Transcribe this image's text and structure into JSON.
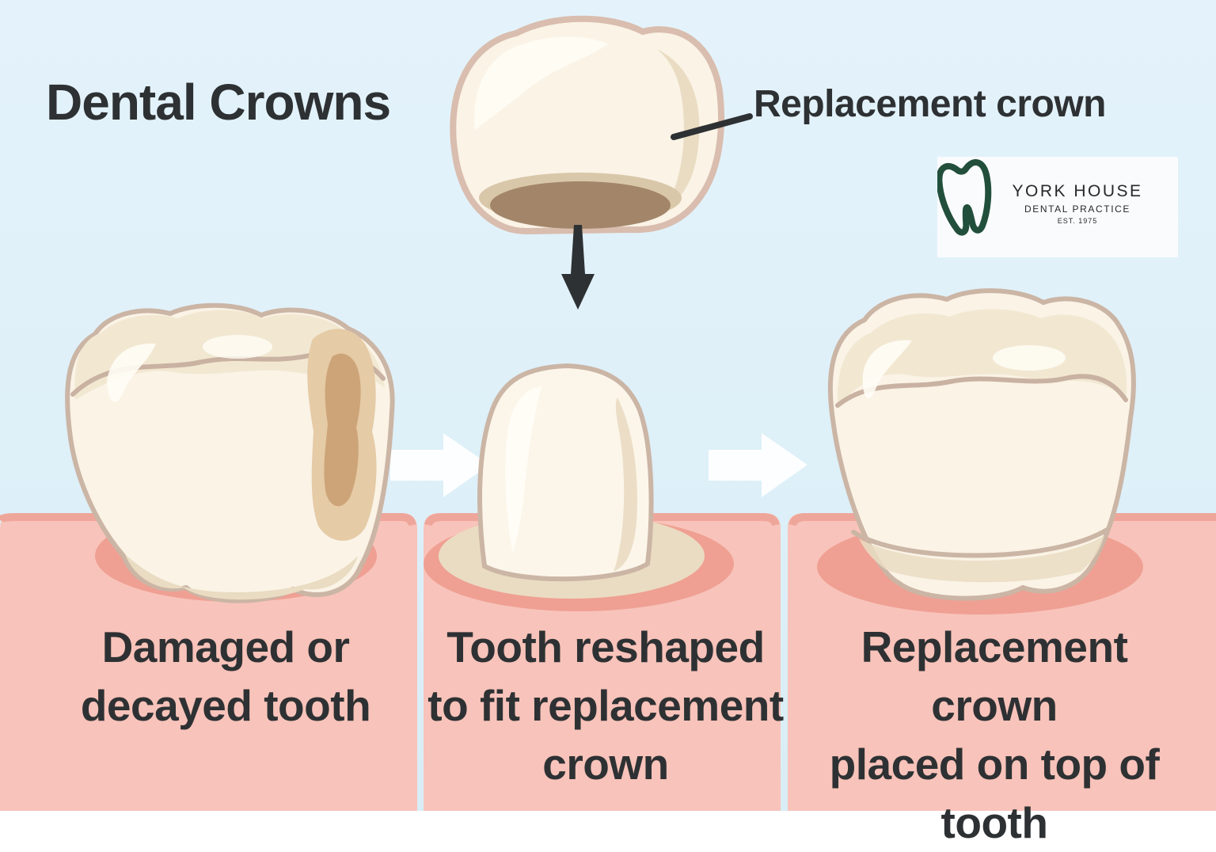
{
  "palette": {
    "bg": "#d9edf6",
    "bgTop": "#e4f3fb",
    "gum": "#f8c3ba",
    "gumRim": "#efa69a",
    "gumSocket": "#efa093",
    "tooth": "#faf3e6",
    "toothLight": "#fffdf6",
    "toothShade": "#eadcc2",
    "toothBand": "#f2e8d2",
    "toothOutline": "#cbb5a5",
    "occlusalLine": "#c9b2a2",
    "crownOutline": "#d9bdae",
    "crownOpening": "#a3866a",
    "crownInnerRim": "#d9c7a9",
    "decayLight": "#e5cba6",
    "decayDark": "#c99e70",
    "ink": "#2e3133",
    "arrowWhite": "#fdfeff",
    "logoBg": "#fafbfd",
    "logoGreen": "#214f3b",
    "logoText": "#282828"
  },
  "header": {
    "title": "Dental Crowns"
  },
  "annotation": {
    "label": "Replacement crown"
  },
  "logo": {
    "name": "YORK HOUSE",
    "subtitle": "DENTAL PRACTICE",
    "established": "EST. 1975"
  },
  "steps": [
    {
      "caption": "Damaged or\ndecayed tooth"
    },
    {
      "caption": "Tooth reshaped\nto fit replacement\ncrown"
    },
    {
      "caption": "Replacement crown\nplaced on top of\ntooth"
    }
  ]
}
